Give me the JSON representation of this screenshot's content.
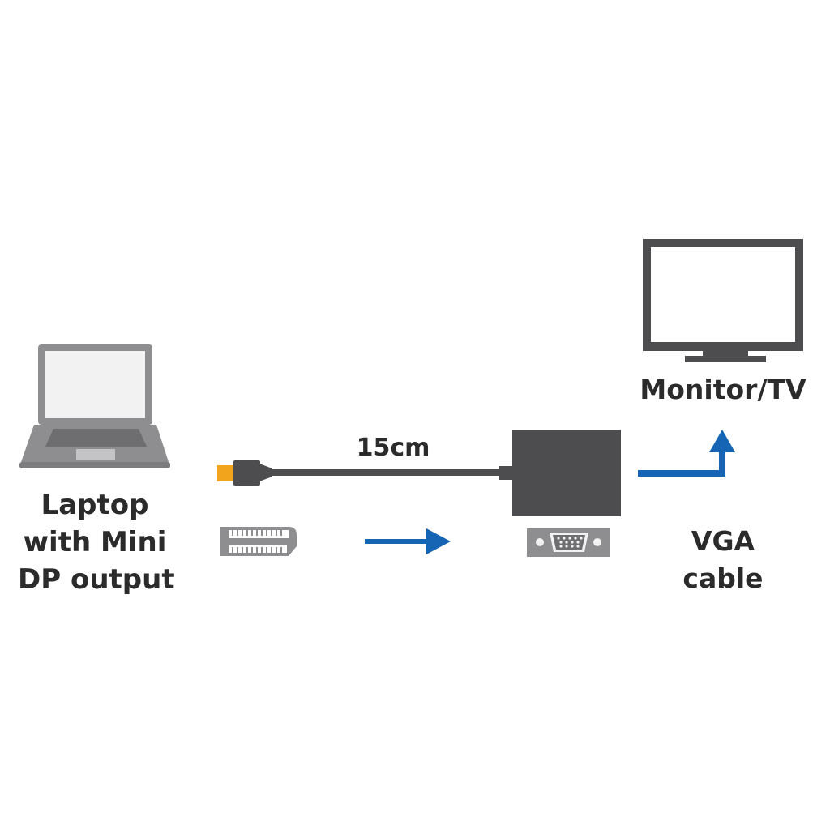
{
  "labels": {
    "laptop": [
      "Laptop",
      "with Mini",
      "DP output"
    ],
    "cable_length": "15cm",
    "monitor": "Monitor/TV",
    "vga": [
      "VGA",
      "cable"
    ]
  },
  "icons": {
    "laptop": "laptop-icon",
    "monitor": "monitor-icon",
    "adapter": "adapter-box-icon",
    "mini_dp_plug": "mini-displayport-plug-icon",
    "mini_dp_port": "mini-displayport-port-icon",
    "vga_port": "vga-port-icon",
    "arrow_right": "arrow-right-icon",
    "arrow_up": "arrow-up-icon"
  },
  "colors": {
    "device_gray": "#4d4c4e",
    "light_gray": "#8e8e90",
    "screen_fill": "#f2f2f3",
    "plug_yellow": "#f2a51c",
    "arrow_blue": "#1565b4",
    "text": "#2b2b2b",
    "background": "#ffffff"
  }
}
